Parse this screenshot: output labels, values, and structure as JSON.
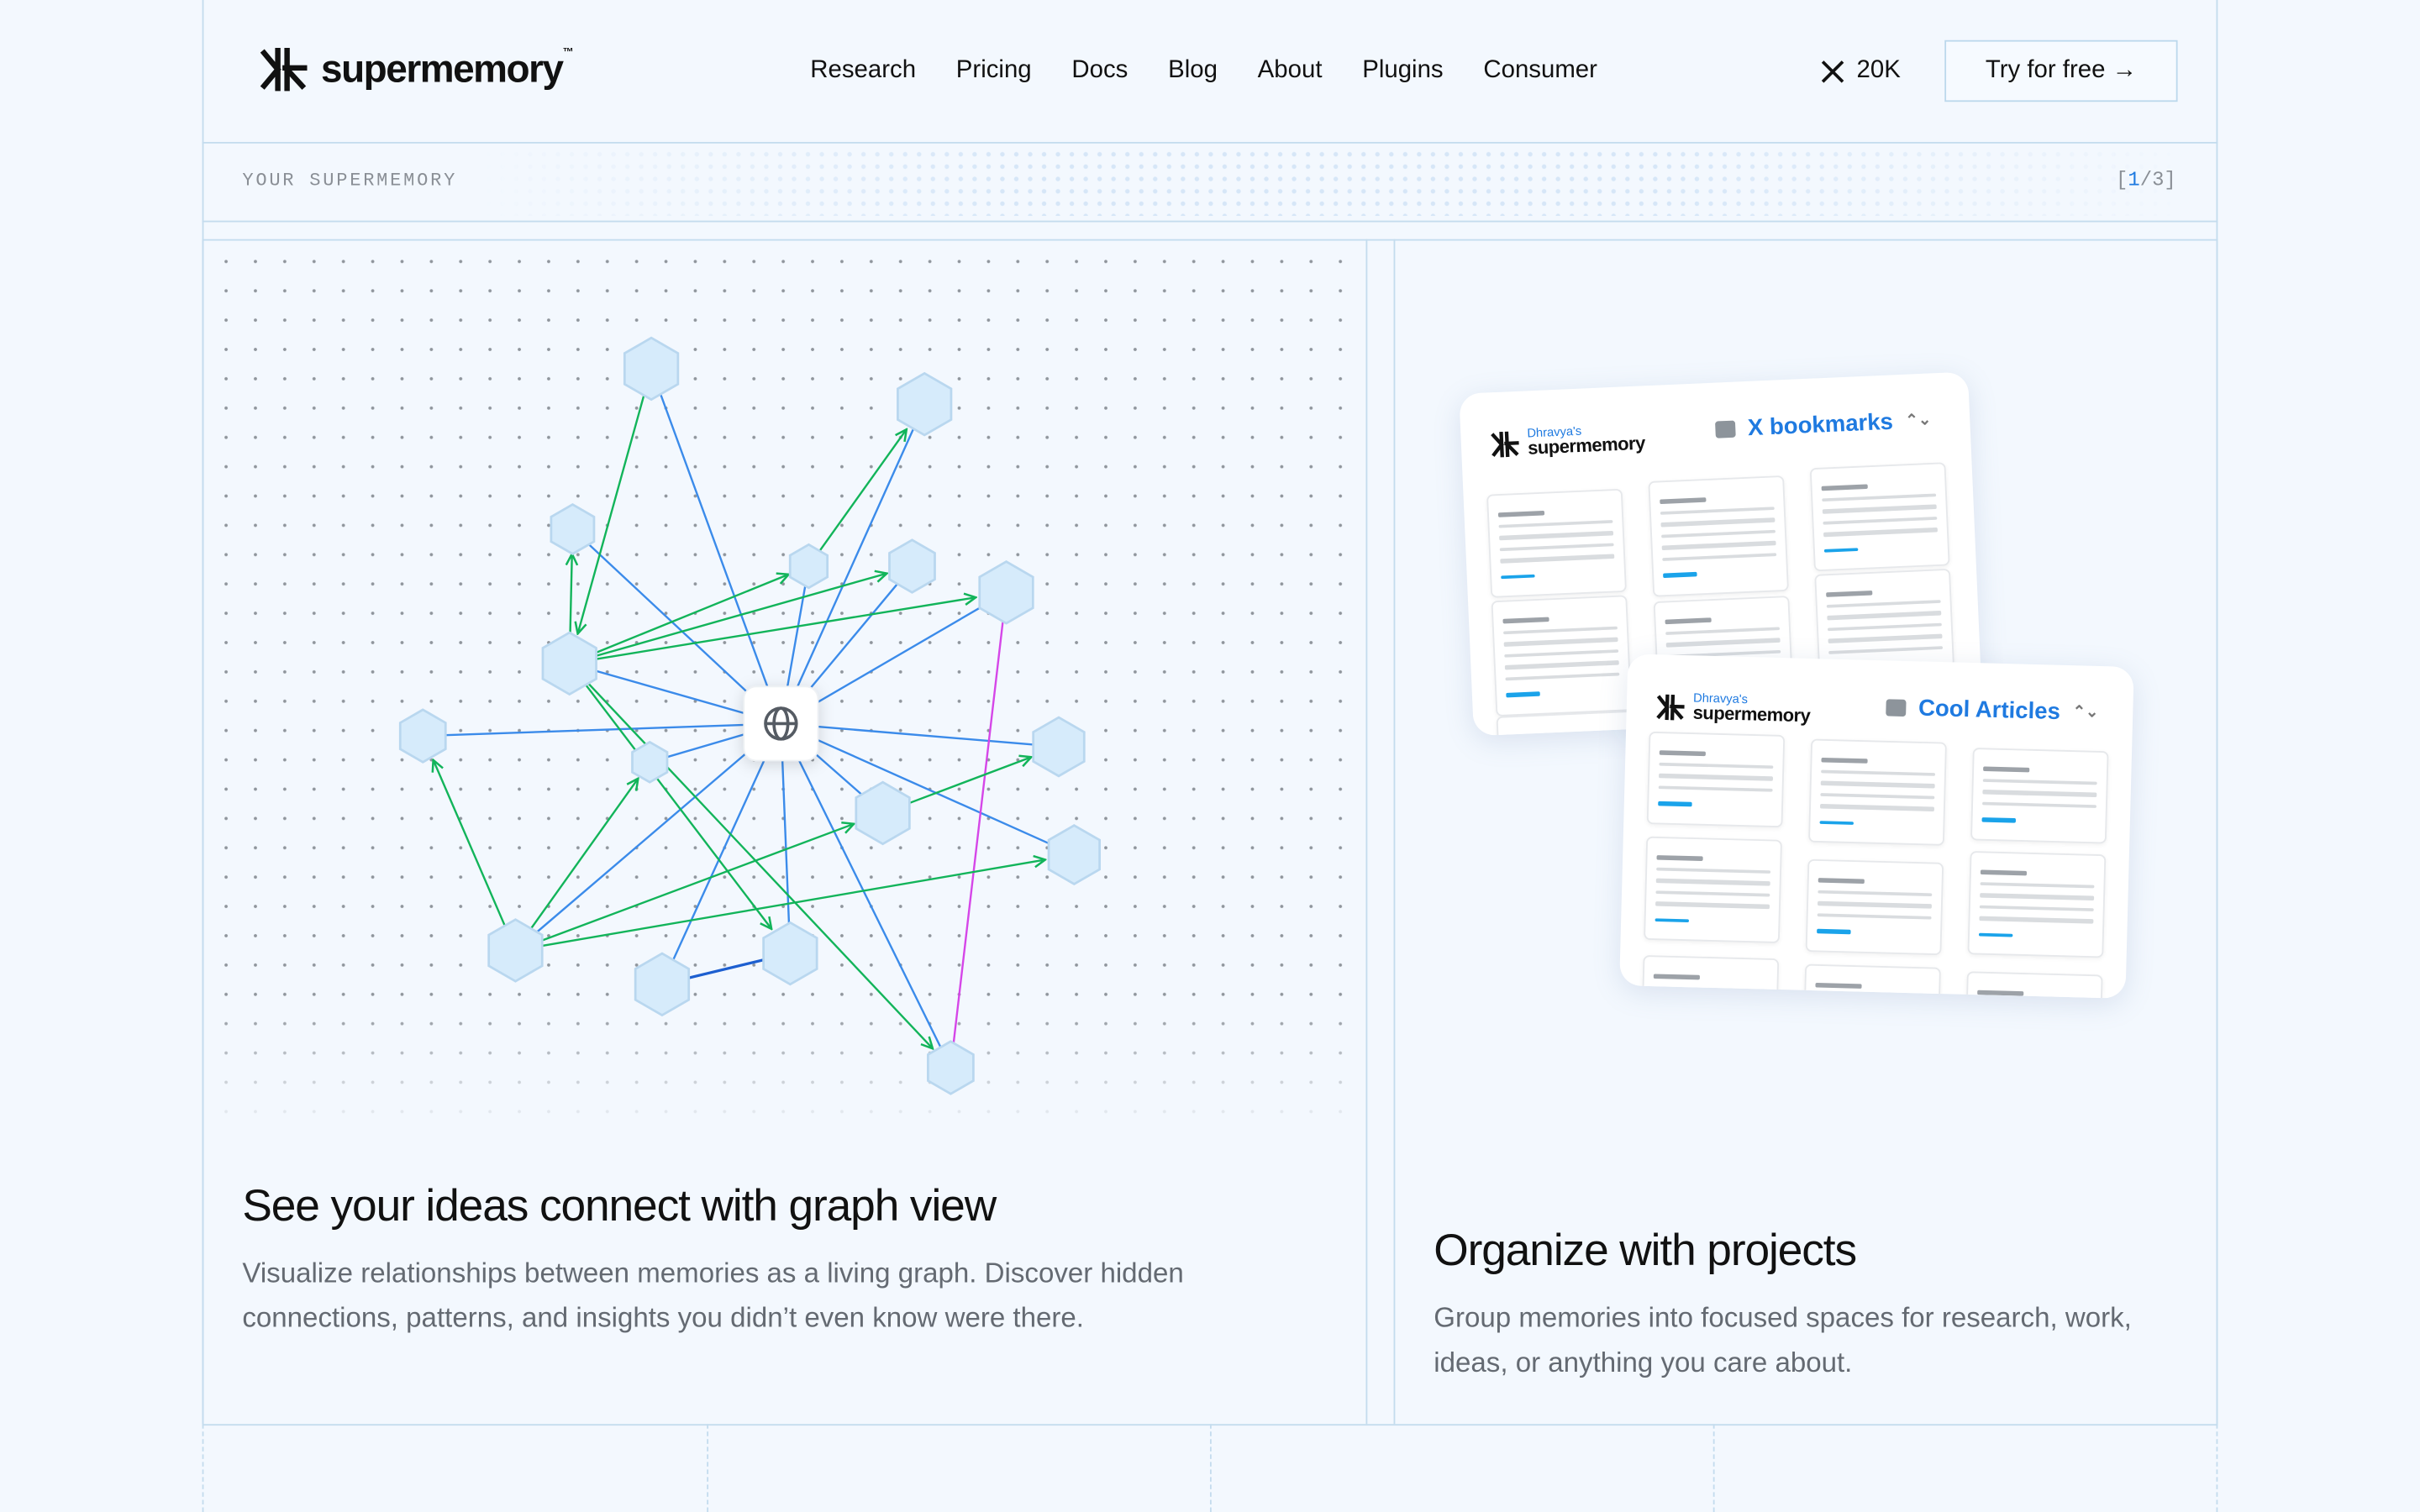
{
  "header": {
    "brand": "supermemory",
    "trademark": "™",
    "nav": [
      "Research",
      "Pricing",
      "Docs",
      "Blog",
      "About",
      "Plugins",
      "Consumer"
    ],
    "x_followers": "20K",
    "cta": "Try for free →"
  },
  "banner": {
    "label": "YOUR SUPERMEMORY",
    "pager_open": "[",
    "pager_current": "1",
    "pager_rest": "/3]"
  },
  "left_panel": {
    "title": "See your ideas connect with graph view",
    "description": "Visualize relationships between memories as a living graph. Discover hidden connections, patterns, and insights you didn’t even know were there."
  },
  "right_panel": {
    "title": "Organize with projects",
    "description": "Group memories into focused spaces for research, work, ideas, or anything you care about.",
    "cards": [
      {
        "owner": "Dhravya's",
        "brand": "supermemory",
        "project": "X bookmarks"
      },
      {
        "owner": "Dhravya's",
        "brand": "supermemory",
        "project": "Cool Articles"
      }
    ]
  },
  "colors": {
    "accent": "#1f7ae0",
    "edge_blue": "#3b8bea",
    "edge_green": "#12b45a",
    "edge_magenta": "#d546e8",
    "node_fill": "#d6ebfb"
  }
}
